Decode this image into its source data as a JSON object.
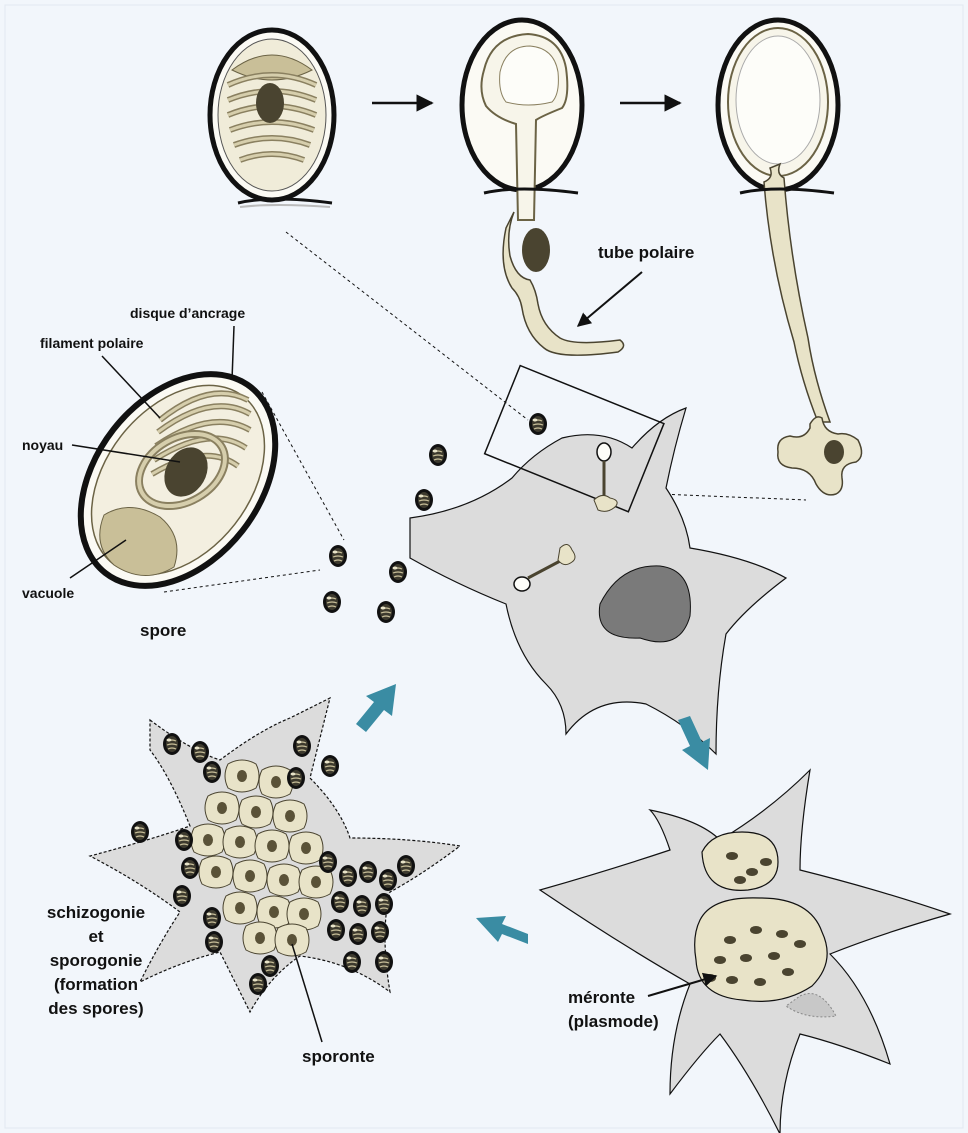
{
  "labels": {
    "tube_polaire": "tube polaire",
    "disque_ancrage": "disque d’ancrage",
    "filament_polaire": "filament polaire",
    "noyau": "noyau",
    "vacuole": "vacuole",
    "spore": "spore",
    "schizogonie_line1": "schizogonie",
    "schizogonie_line2": "et",
    "schizogonie_line3": "sporogonie",
    "schizogonie_line4": "(formation",
    "schizogonie_line5": "des spores)",
    "sporonte": "sporonte",
    "meronte_line1": "méronte",
    "meronte_line2": "(plasmode)"
  },
  "colors": {
    "background": "#f2f6fb",
    "cell": "#dcdcdc",
    "cell_nucleus": "#7a7a7a",
    "tan": "#e8e3c8",
    "tan_dark": "#bcb28a",
    "dark_nucleus": "#4a4430",
    "spore_inner": "#f5f2e6",
    "cycle_arrow": "#3a8ca3"
  },
  "icons": {
    "cycle_arrow": "teal-block-arrow-icon",
    "flow_arrow": "black-arrow-icon"
  }
}
